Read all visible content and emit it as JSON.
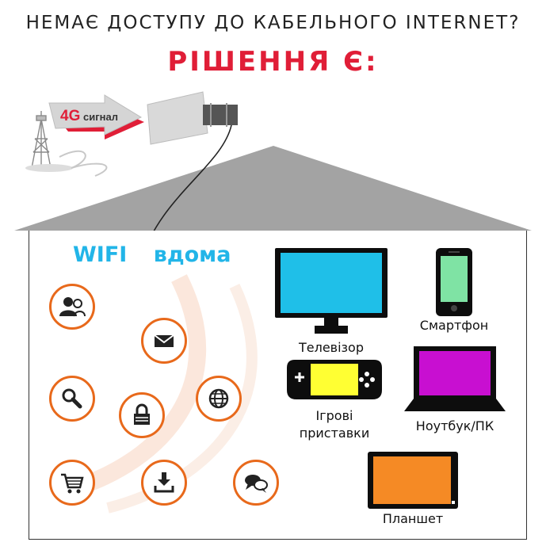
{
  "header": {
    "title": "НЕМАЄ ДОСТУПУ ДО КАБЕЛЬНОГО INTERNET?",
    "subtitle": "РІШЕННЯ Є:"
  },
  "signal_arrow": {
    "network": "4G",
    "label": "сигнал"
  },
  "wifi": {
    "word1": "WIFI",
    "word2": "вдома"
  },
  "service_icons": [
    "users-icon",
    "mail-icon",
    "search-icon",
    "lock-icon",
    "globe-icon",
    "cart-icon",
    "download-icon",
    "chat-icon"
  ],
  "devices": {
    "tv": {
      "label": "Телевізор",
      "screen_color": "#1fbfe8"
    },
    "smartphone": {
      "label": "Смартфон",
      "screen_color": "#7fe3a4"
    },
    "console": {
      "label_line1": "Ігрові",
      "label_line2": "приставки",
      "screen_color": "#ffff33"
    },
    "laptop": {
      "label": "Ноутбук/ПК",
      "screen_color": "#c80fd1"
    },
    "tablet": {
      "label": "Планшет",
      "screen_color": "#f58a25"
    }
  },
  "colors": {
    "accent_red": "#e01e37",
    "wifi_blue": "#22b5e8",
    "icon_orange": "#e8691b",
    "roof_gray": "#a3a3a3"
  }
}
